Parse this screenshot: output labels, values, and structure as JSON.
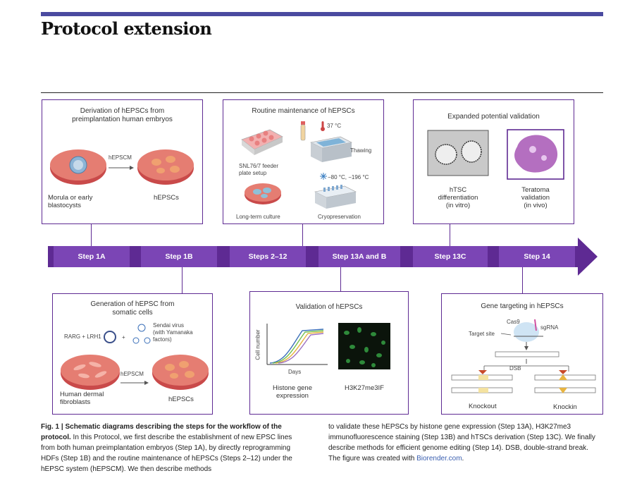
{
  "header": {
    "title": "Protocol extension"
  },
  "timeline": {
    "steps": [
      "Step 1A",
      "Step 1B",
      "Steps 2–12",
      "Step 13A and B",
      "Step 13C",
      "Step 14"
    ],
    "colors": {
      "dark": "#5e2a93",
      "light": "#7b45b5"
    }
  },
  "box_derivation": {
    "title_line1": "Derivation of hEPSCs from",
    "title_line2": "preimplantation human embryos",
    "arrow_label": "hEPSCM",
    "left_label_line1": "Morula or early",
    "left_label_line2": "blastocysts",
    "right_label": "hEPSCs"
  },
  "box_maintenance": {
    "title": "Routine maintenance of hEPSCs",
    "feeder_line1": "SNL76/7 feeder",
    "feeder_line2": "plate setup",
    "temp_thaw": "37 °C",
    "thawing": "Thawing",
    "temp_cryo": "−80 °C, −196 °C",
    "long_term": "Long-term culture",
    "cryo": "Cryopreservation"
  },
  "box_expanded": {
    "title": "Expanded potential validation",
    "left_line1": "hTSC",
    "left_line2": "differentiation",
    "left_line3": "(in vitro)",
    "right_line1": "Teratoma",
    "right_line2": "validation",
    "right_line3": "(in vivo)"
  },
  "box_generation": {
    "title_line1": "Generation of hEPSC from",
    "title_line2": "somatic cells",
    "rarg": "RARG + LRH1",
    "plus": "+",
    "sendai_line1": "Sendai virus",
    "sendai_line2": "(with Yamanaka",
    "sendai_line3": "factors)",
    "arrow_label": "hEPSCM",
    "left_line1": "Human dermal",
    "left_line2": "fibroblasts",
    "right_label": "hEPSCs"
  },
  "box_validation": {
    "title": "Validation of hEPSCs",
    "ylabel": "Cell number",
    "xlabel": "Days",
    "left_line1": "Histone gene",
    "left_line2": "expression",
    "right_label": "H3K27me3IF"
  },
  "box_gene": {
    "title": "Gene targeting in hEPSCs",
    "cas9": "Cas9",
    "sgrna": "sgRNA",
    "target": "Target site",
    "dsb": "DSB",
    "knockout": "Knockout",
    "knockin": "Knockin"
  },
  "caption": {
    "left_bold": "Fig. 1 | Schematic diagrams describing the steps for the workflow of the protocol.",
    "left_text": " In this Protocol, we first describe the establishment of new EPSC lines from both human preimplantation embryos (Step 1A), by directly reprogramming HDFs (Step 1B) and the routine maintenance of hEPSCs (Steps 2–12) under the hEPSC system (hEPSCM). We then describe methods",
    "right_text": "to validate these hEPSCs by histone gene expression (Step 13A), H3K27me3 immunofluorescence staining (Step 13B) and hTSCs derivation (Step 13C). We finally describe methods for efficient genome editing (Step 14). DSB, double-strand break. The figure was created with ",
    "link": "Biorender.com",
    "end": "."
  }
}
